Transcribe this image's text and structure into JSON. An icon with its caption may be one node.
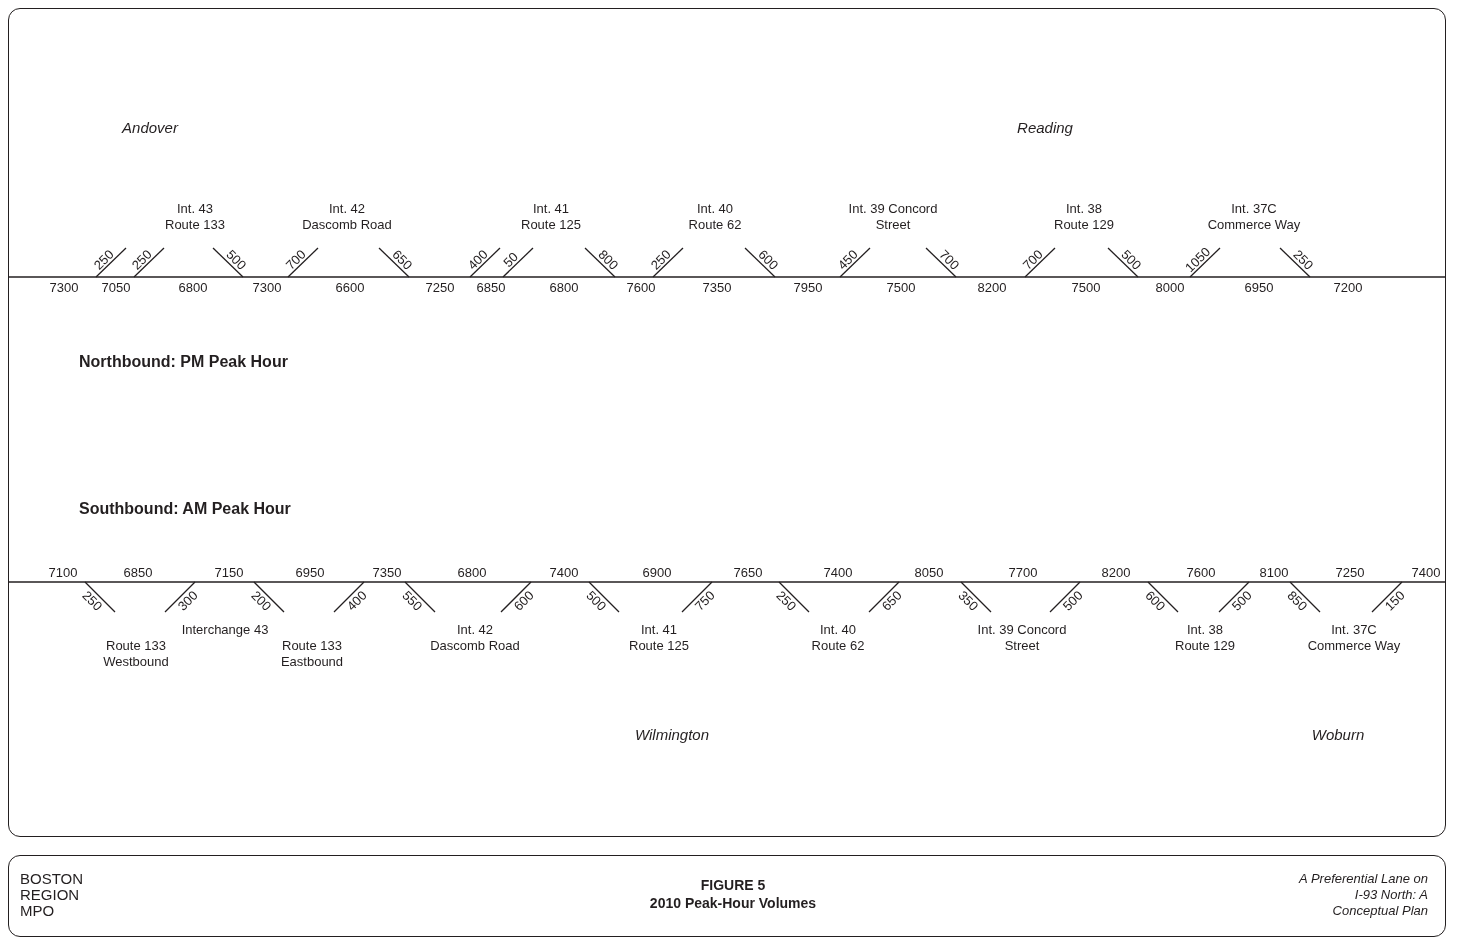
{
  "diagram": {
    "title": "FIGURE 5",
    "caption": "2010 Peak-Hour Volumes",
    "labels": [
      "Andover",
      "Reading",
      "Int. 43 Route 133",
      "Int. 42 Dascomb Road",
      "Int. 41 Route 125",
      "Int. 40 Route 62",
      "Int. 39 Concord Street",
      "Int. 38 Route 129",
      "Int. 37C Commerce Way",
      "250",
      "250",
      "500",
      "700",
      "650",
      "400",
      "50",
      "800",
      "250",
      "600",
      "450",
      "700",
      "700",
      "500",
      "1050",
      "250",
      "7300",
      "7050",
      "6800",
      "7300",
      "6600",
      "7250",
      "6850",
      "6800",
      "7600",
      "7350",
      "7950",
      "7500",
      "8200",
      "7500",
      "8000",
      "6950",
      "7200",
      "Northbound: PM Peak Hour",
      "Southbound: AM Peak Hour",
      "7100",
      "6850",
      "7150",
      "6950",
      "7350",
      "6800",
      "7400",
      "6900",
      "7650",
      "7400",
      "8050",
      "7700",
      "8200",
      "7600",
      "8100",
      "7250",
      "7400",
      "250",
      "300",
      "200",
      "400",
      "550",
      "600",
      "500",
      "750",
      "250",
      "650",
      "350",
      "500",
      "600",
      "500",
      "850",
      "150",
      "Interchange 43",
      "Route 133 Westbound",
      "Route 133 Eastbound",
      "Int. 42 Dascomb Road",
      "Int. 41 Route 125",
      "Int. 40 Route 62",
      "Int. 39 Concord Street",
      "Int. 38 Route 129",
      "Int. 37C Commerce Way",
      "Wilmington",
      "Woburn",
      "BOSTON REGION MPO",
      "A Preferential Lane on I-93 North: A Conceptual Plan"
    ]
  }
}
